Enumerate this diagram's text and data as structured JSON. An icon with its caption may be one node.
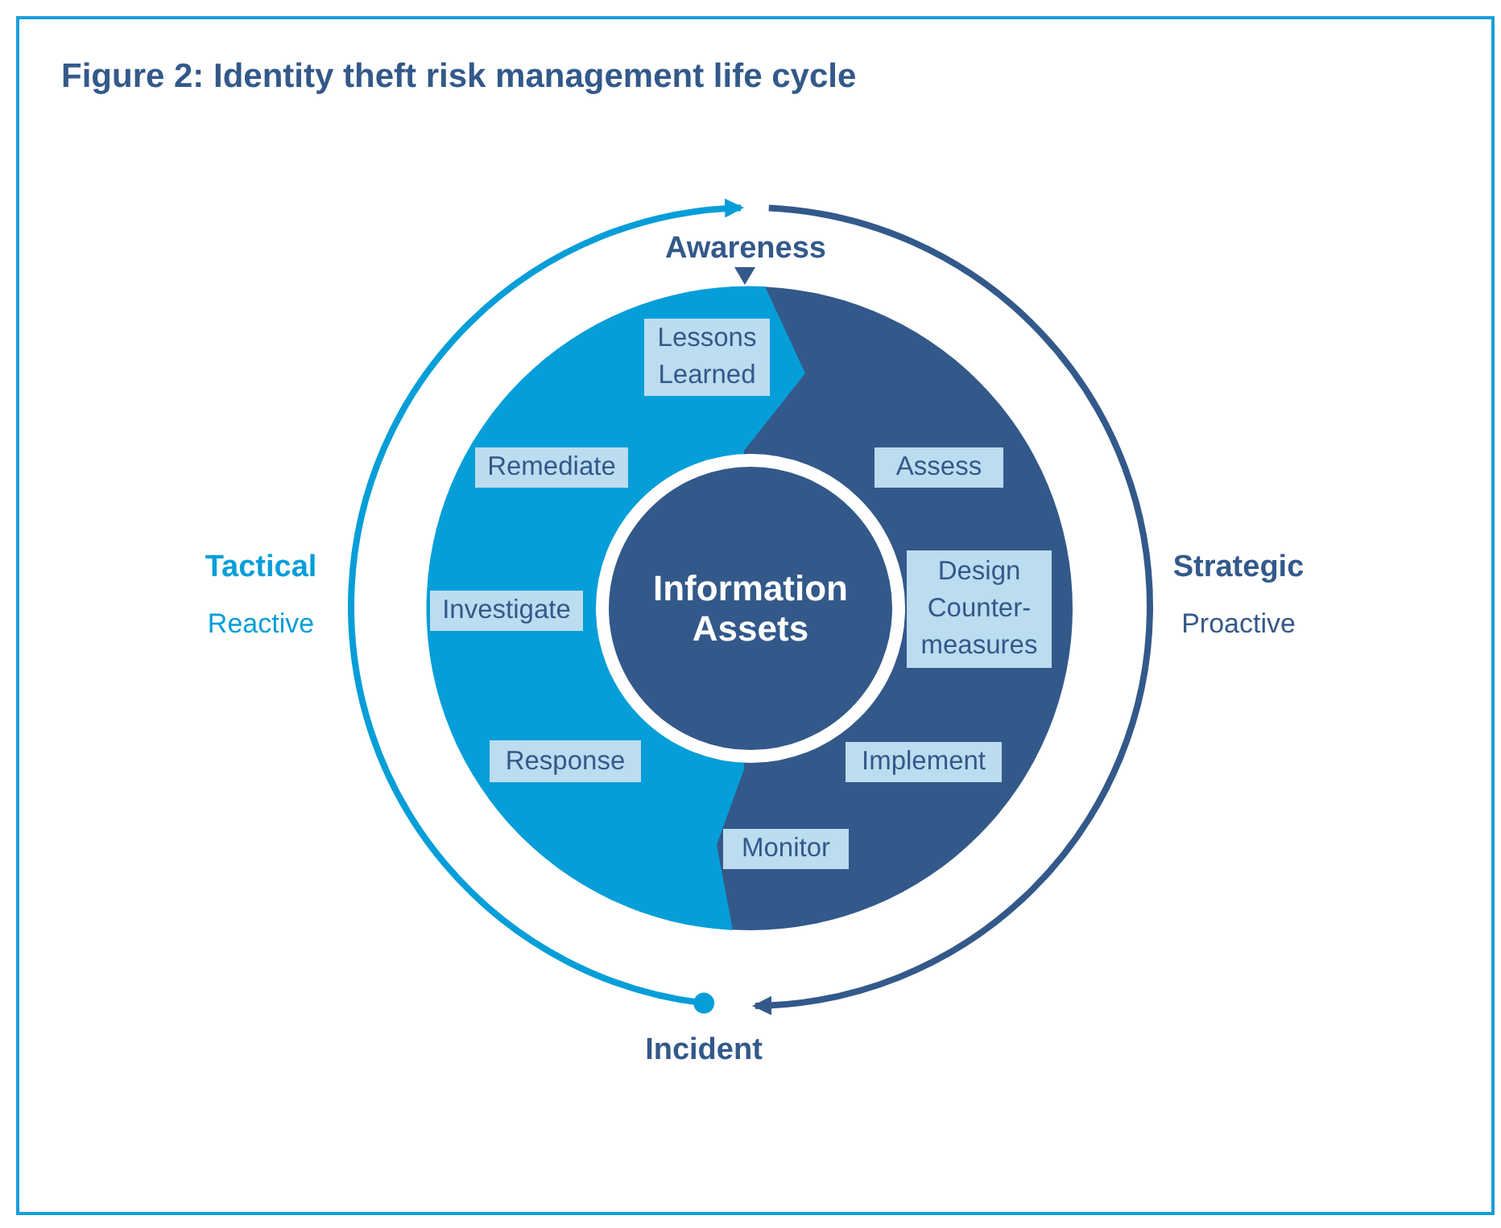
{
  "diagram": {
    "title": "Figure 2: Identity theft risk management life cycle",
    "nodes": [
      {
        "text": [
          "Awareness"
        ]
      },
      {
        "text": [
          "Lessons Learned"
        ]
      },
      {
        "text": [
          "Remediate"
        ]
      },
      {
        "text": [
          "Assess"
        ]
      },
      {
        "text": [
          "Information Assets"
        ]
      },
      {
        "text": [
          "Design Counter-measures"
        ]
      },
      {
        "text": [
          "Investigate"
        ]
      },
      {
        "text": [
          "Implement"
        ]
      },
      {
        "text": [
          "Response"
        ]
      },
      {
        "text": [
          "Monitor"
        ]
      },
      {
        "text": [
          "Incident"
        ]
      }
    ],
    "edges": [
      {
        "from": 10,
        "to": 0,
        "arrow": "to",
        "color": "#069ed8"
      },
      {
        "from": 0,
        "to": 10,
        "arrow": "to",
        "color": "#33598a"
      }
    ],
    "labels": [
      "Tactical",
      "Strategic",
      "Reactive",
      "Proactive"
    ]
  }
}
